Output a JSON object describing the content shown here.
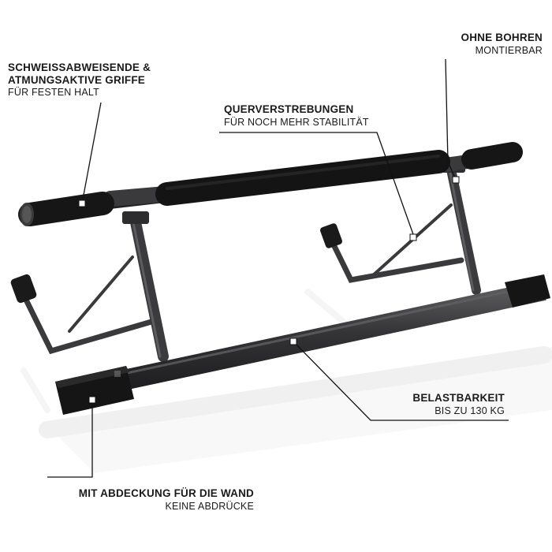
{
  "image": {
    "subject": "pull-up bar",
    "background_color": "#ffffff",
    "product_color": "#2e2e30",
    "foam_color": "#151515",
    "marker_color": "#ffffff",
    "line_color": "#111111"
  },
  "callouts": {
    "grips": {
      "title_line1": "SCHWEISSABWEISENDE &",
      "title_line2": "ATMUNGSAKTIVE GRIFFE",
      "subtitle": "FÜR FESTEN HALT"
    },
    "mounting": {
      "title": "OHNE BOHREN",
      "subtitle": "MONTIERBAR"
    },
    "struts": {
      "title": "QUERVERSTREBUNGEN",
      "subtitle": "FÜR NOCH MEHR STABILITÄT"
    },
    "load": {
      "title": "BELASTBARKEIT",
      "subtitle": "BIS ZU 130 KG"
    },
    "cover": {
      "title": "MIT ABDECKUNG FÜR DIE WAND",
      "subtitle": "KEINE ABDRÜCKE"
    }
  }
}
